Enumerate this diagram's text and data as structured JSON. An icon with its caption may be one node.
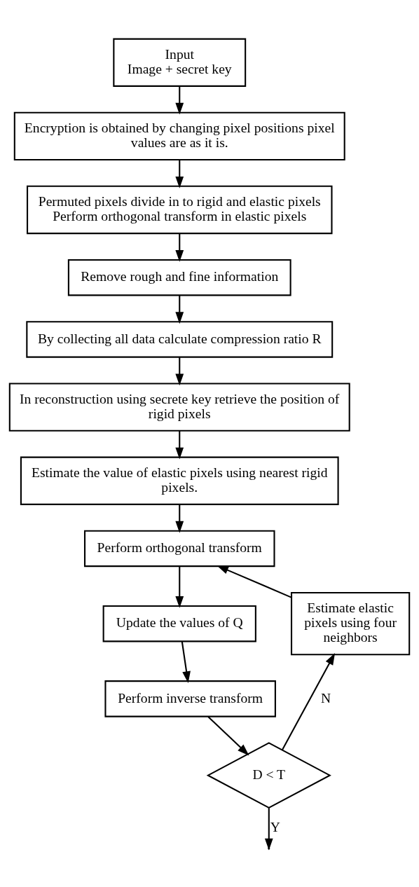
{
  "diagram": {
    "nodes": [
      {
        "text": [
          "Input",
          "Image + secret key"
        ]
      },
      {
        "text": [
          "Encryption is obtained by changing pixel positions pixel values are as it is."
        ]
      },
      {
        "text": [
          "Permuted pixels divide in to rigid and elastic pixels",
          "Perform orthogonal transform in elastic pixels"
        ]
      },
      {
        "text": [
          "Remove rough and fine information"
        ]
      },
      {
        "text": [
          "By collecting all data calculate compression ratio R"
        ]
      },
      {
        "text": [
          "In reconstruction using secrete key retrieve the position of rigid pixels"
        ]
      },
      {
        "text": [
          "Estimate the value of elastic pixels using nearest rigid pixels."
        ]
      },
      {
        "text": [
          "Perform orthogonal transform"
        ]
      },
      {
        "text": [
          "Update the values of Q"
        ]
      },
      {
        "text": [
          "Perform inverse transform"
        ]
      },
      {
        "text": [
          "D < T"
        ]
      },
      {
        "text": [
          "Estimate elastic pixels using four neighbors"
        ]
      }
    ],
    "edges": [
      {
        "from": 0,
        "to": 1,
        "arrow": "to"
      },
      {
        "from": 1,
        "to": 2,
        "arrow": "to"
      },
      {
        "from": 2,
        "to": 3,
        "arrow": "to"
      },
      {
        "from": 3,
        "to": 4,
        "arrow": "to"
      },
      {
        "from": 4,
        "to": 5,
        "arrow": "to"
      },
      {
        "from": 5,
        "to": 6,
        "arrow": "to"
      },
      {
        "from": 6,
        "to": 7,
        "arrow": "to"
      },
      {
        "from": 7,
        "to": 8,
        "arrow": "to"
      },
      {
        "from": 8,
        "to": 9,
        "arrow": "to"
      },
      {
        "from": 9,
        "to": 10,
        "arrow": "to"
      },
      {
        "from": 10,
        "to": 11,
        "arrow": "to",
        "label": "N"
      },
      {
        "from": 11,
        "to": 7,
        "arrow": "to"
      },
      {
        "from": 10,
        "to": null,
        "arrow": "to",
        "label": "Y"
      }
    ]
  }
}
